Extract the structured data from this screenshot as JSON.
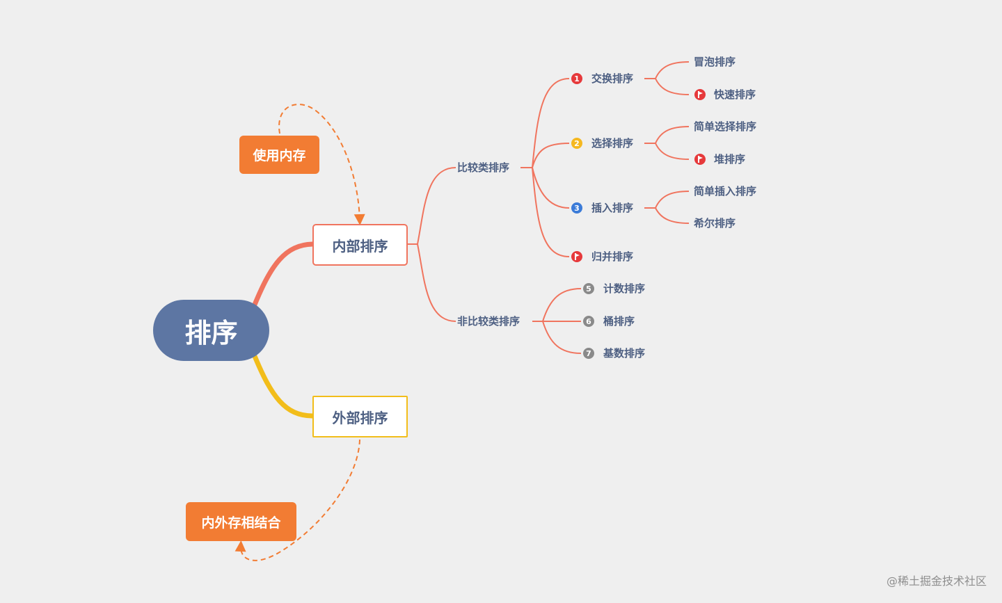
{
  "root": {
    "label": "排序"
  },
  "branches": {
    "internal": {
      "label": "内部排序"
    },
    "external": {
      "label": "外部排序"
    }
  },
  "notes": {
    "memory": "使用内存",
    "combined": "内外存相结合"
  },
  "groups": {
    "comparison": {
      "label": "比较类排序"
    },
    "non_comparison": {
      "label": "非比较类排序"
    }
  },
  "comparison_items": [
    {
      "label": "交换排序",
      "marker": "1",
      "marker_color": "#e6393b"
    },
    {
      "label": "选择排序",
      "marker": "2",
      "marker_color": "#f5b820"
    },
    {
      "label": "插入排序",
      "marker": "3",
      "marker_color": "#3b7bd8"
    },
    {
      "label": "归并排序",
      "marker": "flag-icon",
      "marker_color": "#e6393b"
    }
  ],
  "leaves": {
    "exchange": [
      {
        "label": "冒泡排序",
        "marker": ""
      },
      {
        "label": "快速排序",
        "marker": "flag-icon"
      }
    ],
    "selection": [
      {
        "label": "简单选择排序",
        "marker": ""
      },
      {
        "label": "堆排序",
        "marker": "flag-icon"
      }
    ],
    "insertion": [
      {
        "label": "简单插入排序",
        "marker": ""
      },
      {
        "label": "希尔排序",
        "marker": ""
      }
    ]
  },
  "non_comparison_items": [
    {
      "label": "计数排序",
      "marker": "5",
      "marker_color": "#8a8a8a"
    },
    {
      "label": "桶排序",
      "marker": "6",
      "marker_color": "#8a8a8a"
    },
    {
      "label": "基数排序",
      "marker": "7",
      "marker_color": "#8a8a8a"
    }
  ],
  "colors": {
    "background": "#efefef",
    "root": "#5d76a3",
    "connector": "#f0745e",
    "external_branch": "#f2bd1a",
    "note": "#f27c33",
    "text": "#4d5f82"
  },
  "watermark": "@稀土掘金技术社区"
}
